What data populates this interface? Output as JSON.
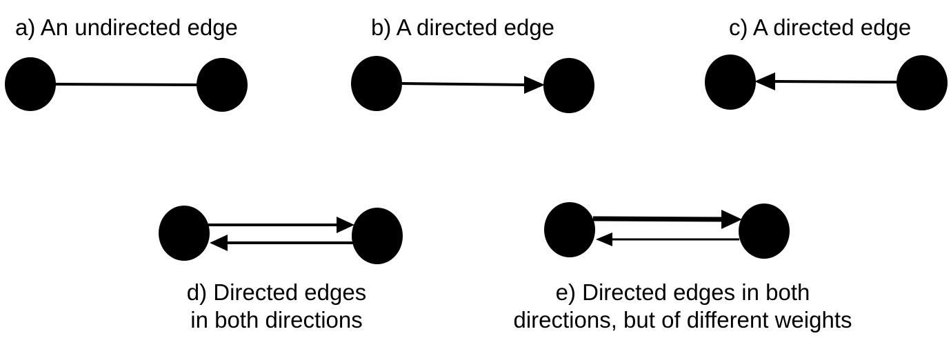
{
  "colors": {
    "ink": "#000000",
    "background": "#ffffff"
  },
  "panels": {
    "a": {
      "caption": [
        "a) An undirected edge"
      ],
      "edge": "undirected"
    },
    "b": {
      "caption": [
        "b) A directed edge"
      ],
      "edge": "left-to-right"
    },
    "c": {
      "caption": [
        "c) A directed edge"
      ],
      "edge": "right-to-left"
    },
    "d": {
      "caption": [
        "d) Directed edges",
        "in both directions"
      ],
      "edge": "both-directions-equal-weight"
    },
    "e": {
      "caption": [
        "e) Directed edges in both",
        "directions, but of different weights"
      ],
      "edge": "both-directions-different-weight"
    }
  }
}
